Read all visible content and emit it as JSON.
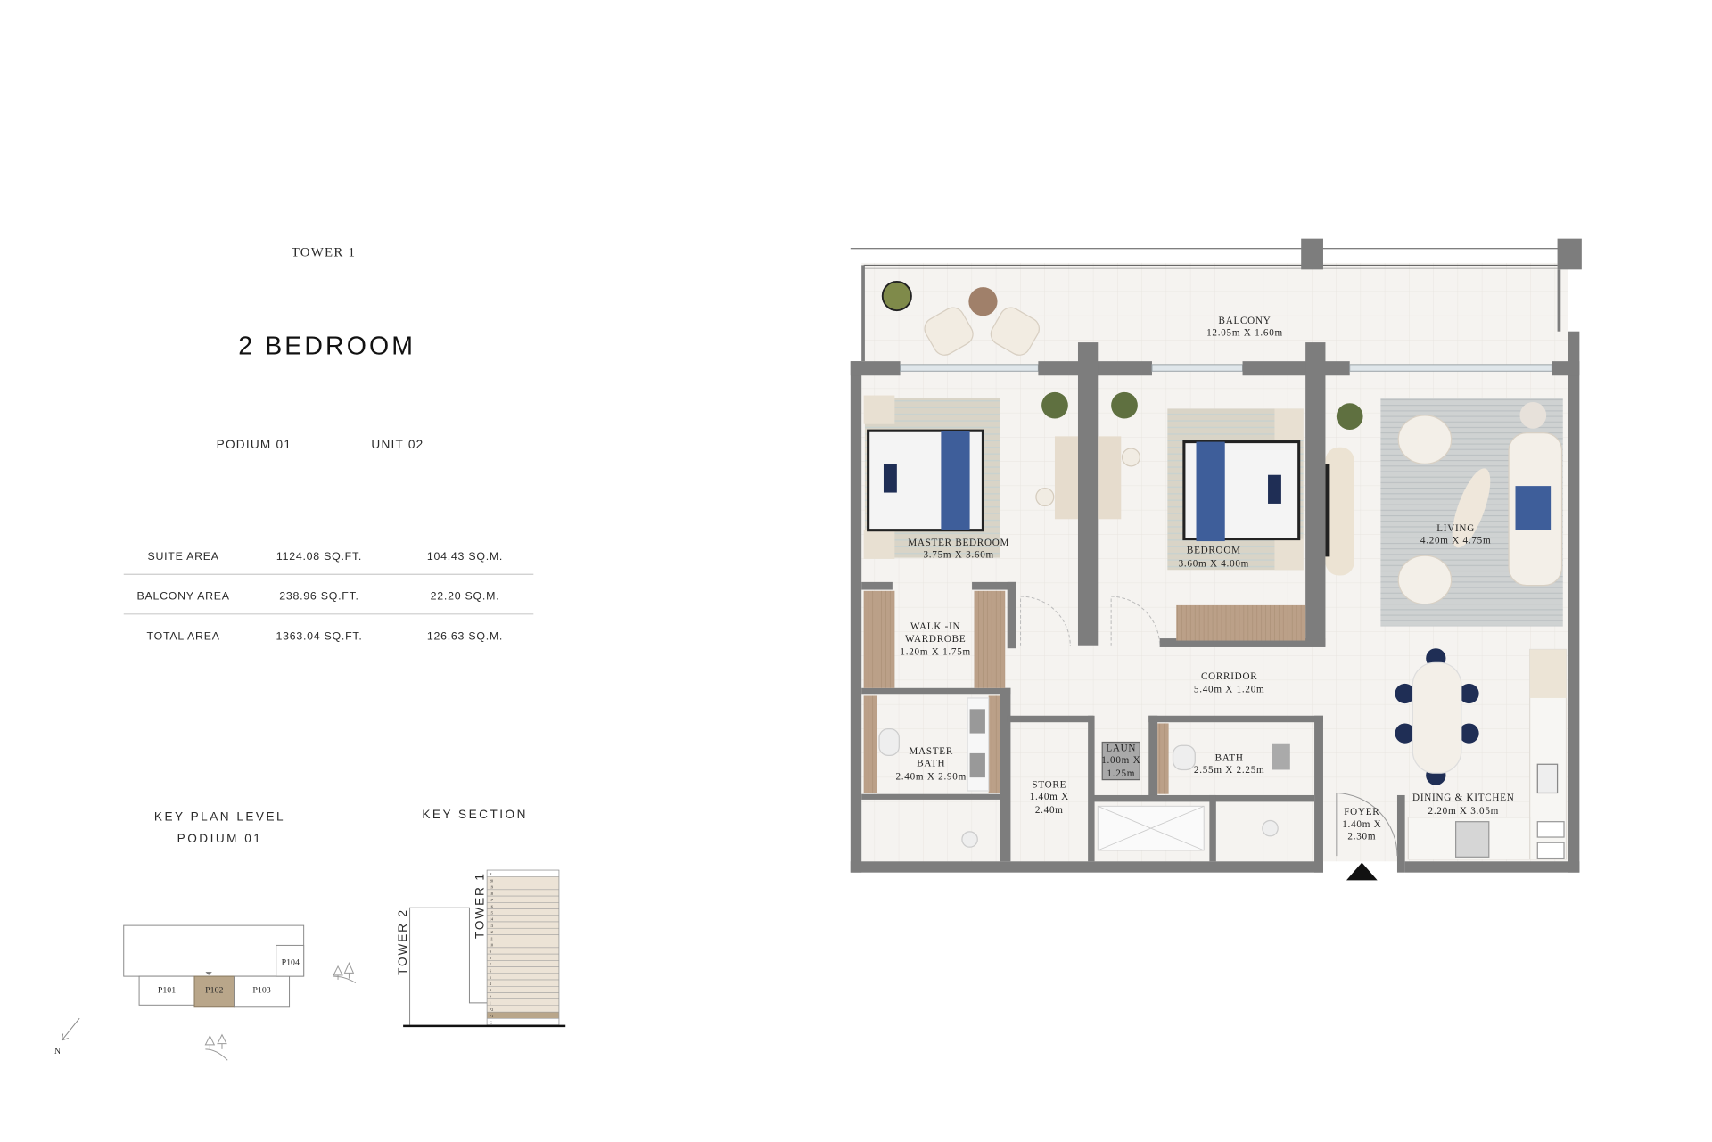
{
  "header": {
    "tower": "TOWER 1",
    "unit_type": "2 BEDROOM",
    "podium": "PODIUM 01",
    "unit": "UNIT 02"
  },
  "area_table": {
    "rows": [
      {
        "label": "SUITE AREA",
        "sqft": "1124.08 SQ.FT.",
        "sqm": "104.43 SQ.M."
      },
      {
        "label": "BALCONY AREA",
        "sqft": "238.96 SQ.FT.",
        "sqm": "22.20 SQ.M."
      },
      {
        "label": "TOTAL AREA",
        "sqft": "1363.04 SQ.FT.",
        "sqm": "126.63 SQ.M."
      }
    ]
  },
  "key_plan": {
    "title_line1": "KEY PLAN LEVEL",
    "title_line2": "PODIUM 01",
    "units": [
      "P101",
      "P102",
      "P103",
      "P104"
    ],
    "highlighted_unit": "P102",
    "north_label": "N",
    "highlight_color": "#b9a68a"
  },
  "key_section": {
    "title": "KEY SECTION",
    "tower1": "TOWER 1",
    "tower2": "TOWER 2",
    "floors": [
      "R",
      "20",
      "19",
      "18",
      "17",
      "16",
      "15",
      "14",
      "13",
      "12",
      "11",
      "10",
      "9",
      "8",
      "7",
      "6",
      "5",
      "4",
      "3",
      "2",
      "1",
      "P2",
      "P1",
      "G"
    ],
    "highlighted_floor": "P1"
  },
  "rooms": {
    "balcony": {
      "name": "BALCONY",
      "size": "12.05m X 1.60m"
    },
    "master_bedroom": {
      "name": "MASTER BEDROOM",
      "size": "3.75m X 3.60m"
    },
    "bedroom": {
      "name": "BEDROOM",
      "size": "3.60m X 4.00m"
    },
    "living": {
      "name": "LIVING",
      "size": "4.20m X 4.75m"
    },
    "walk_in": {
      "name1": "WALK -IN",
      "name2": "WARDROBE",
      "size": "1.20m X 1.75m"
    },
    "corridor": {
      "name": "CORRIDOR",
      "size": "5.40m X 1.20m"
    },
    "master_bath": {
      "name1": "MASTER",
      "name2": "BATH",
      "size": "2.40m X 2.90m"
    },
    "store": {
      "name": "STORE",
      "size1": "1.40m X",
      "size2": "2.40m"
    },
    "laundry": {
      "name": "LAUN",
      "size1": "1.00m X",
      "size2": "1.25m"
    },
    "bath": {
      "name": "BATH",
      "size": "2.55m X 2.25m"
    },
    "foyer": {
      "name": "FOYER",
      "size1": "1.40m X",
      "size2": "2.30m"
    },
    "dining_kitchen": {
      "name": "DINING & KITCHEN",
      "size": "2.20m X 3.05m"
    }
  },
  "colors": {
    "wall": "#7d7d7d",
    "accent_navy": "#2f4778",
    "wood": "#b89c82"
  }
}
